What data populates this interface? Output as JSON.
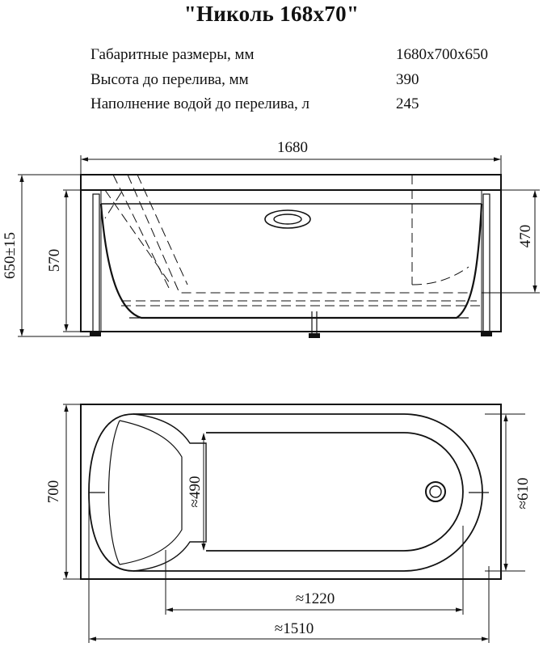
{
  "title": "\"Николь 168x70\"",
  "specs": [
    {
      "label": "Габаритные размеры, мм",
      "value": "1680x700x650"
    },
    {
      "label": "Высота до перелива, мм",
      "value": "390"
    },
    {
      "label": "Наполнение водой до перелива, л",
      "value": "245"
    }
  ],
  "dimensions": {
    "overall_length": "1680",
    "total_height": "650±15",
    "inner_height": "570",
    "depth": "470",
    "width": "700",
    "inner_width_head": "≈490",
    "inner_width_foot": "≈610",
    "bottom_length": "≈1220",
    "inner_length": "≈1510"
  }
}
